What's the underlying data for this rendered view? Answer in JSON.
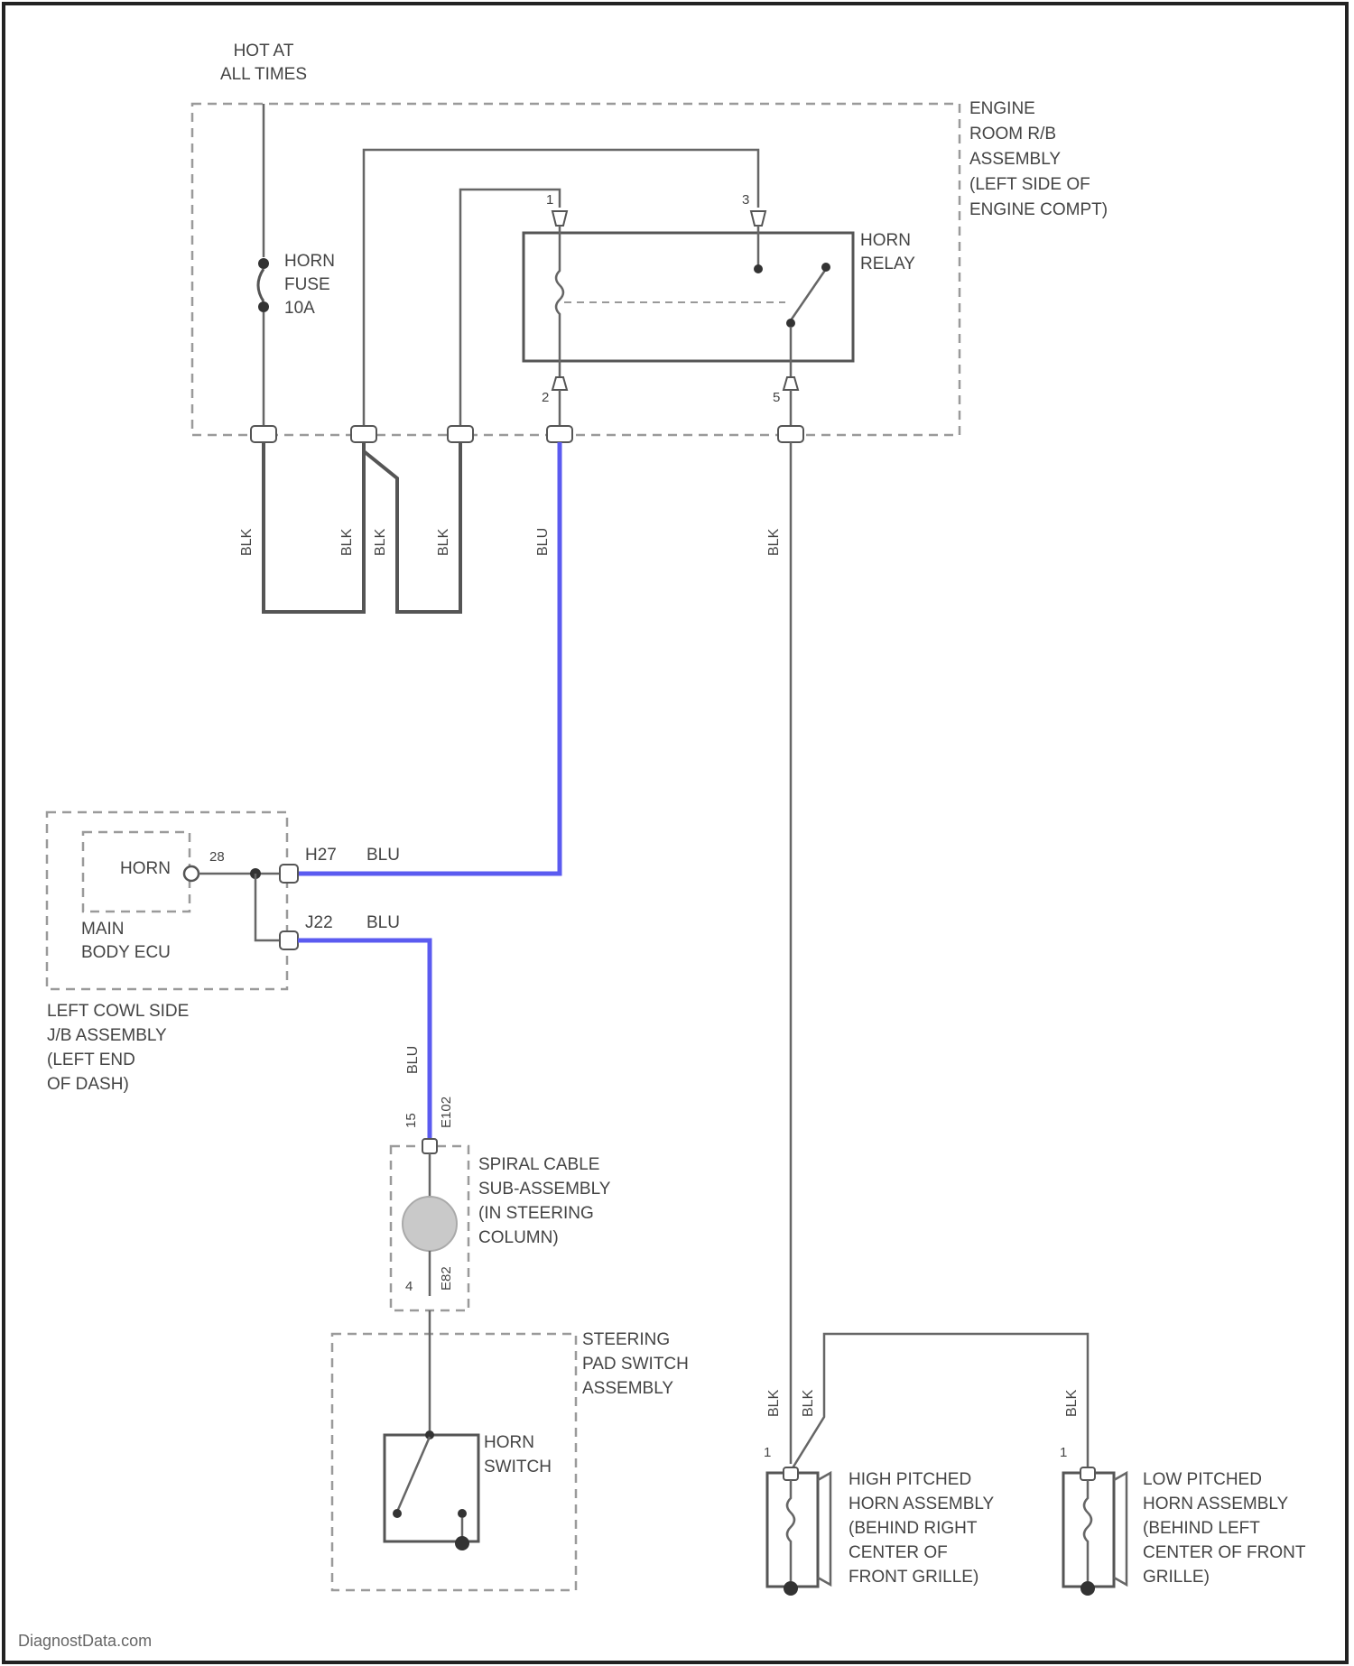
{
  "labels": {
    "hot_at_all_times": [
      "HOT AT",
      "ALL TIMES"
    ],
    "engine_room_rb": [
      "ENGINE",
      "ROOM R/B",
      "ASSEMBLY",
      "(LEFT SIDE OF",
      "ENGINE COMPT)"
    ],
    "horn_fuse": [
      "HORN",
      "FUSE",
      "10A"
    ],
    "horn_relay": [
      "HORN",
      "RELAY"
    ],
    "main_body_ecu": [
      "MAIN",
      "BODY ECU"
    ],
    "horn_ecu_pin": "HORN",
    "left_cowl": [
      "LEFT COWL SIDE",
      "J/B ASSEMBLY",
      "(LEFT END",
      "OF DASH)"
    ],
    "spiral_cable": [
      "SPIRAL CABLE",
      "SUB-ASSEMBLY",
      "(IN STEERING",
      "COLUMN)"
    ],
    "steering_pad": [
      "STEERING",
      "PAD SWITCH",
      "ASSEMBLY"
    ],
    "horn_switch": [
      "HORN",
      "SWITCH"
    ],
    "high_horn": [
      "HIGH PITCHED",
      "HORN ASSEMBLY",
      "(BEHIND RIGHT",
      "CENTER OF",
      "FRONT GRILLE)"
    ],
    "low_horn": [
      "LOW PITCHED",
      "HORN ASSEMBLY",
      "(BEHIND LEFT",
      "CENTER OF FRONT",
      "GRILLE)"
    ],
    "watermark": "DiagnostData.com"
  },
  "wires": {
    "blk": "BLK",
    "blu": "BLU"
  },
  "connectors": {
    "h27": "H27",
    "j22": "J22",
    "pin_28": "28",
    "pin_15": "15",
    "pin_4": "4",
    "spiral_top": "E102",
    "spiral_bot": "E82",
    "relay_1": "1",
    "relay_2": "2",
    "relay_3": "3",
    "relay_5": "5",
    "horn_pin": "1"
  },
  "colors": {
    "blu_wire": "#5b5bf0",
    "wire": "#555555",
    "border": "#555555"
  }
}
